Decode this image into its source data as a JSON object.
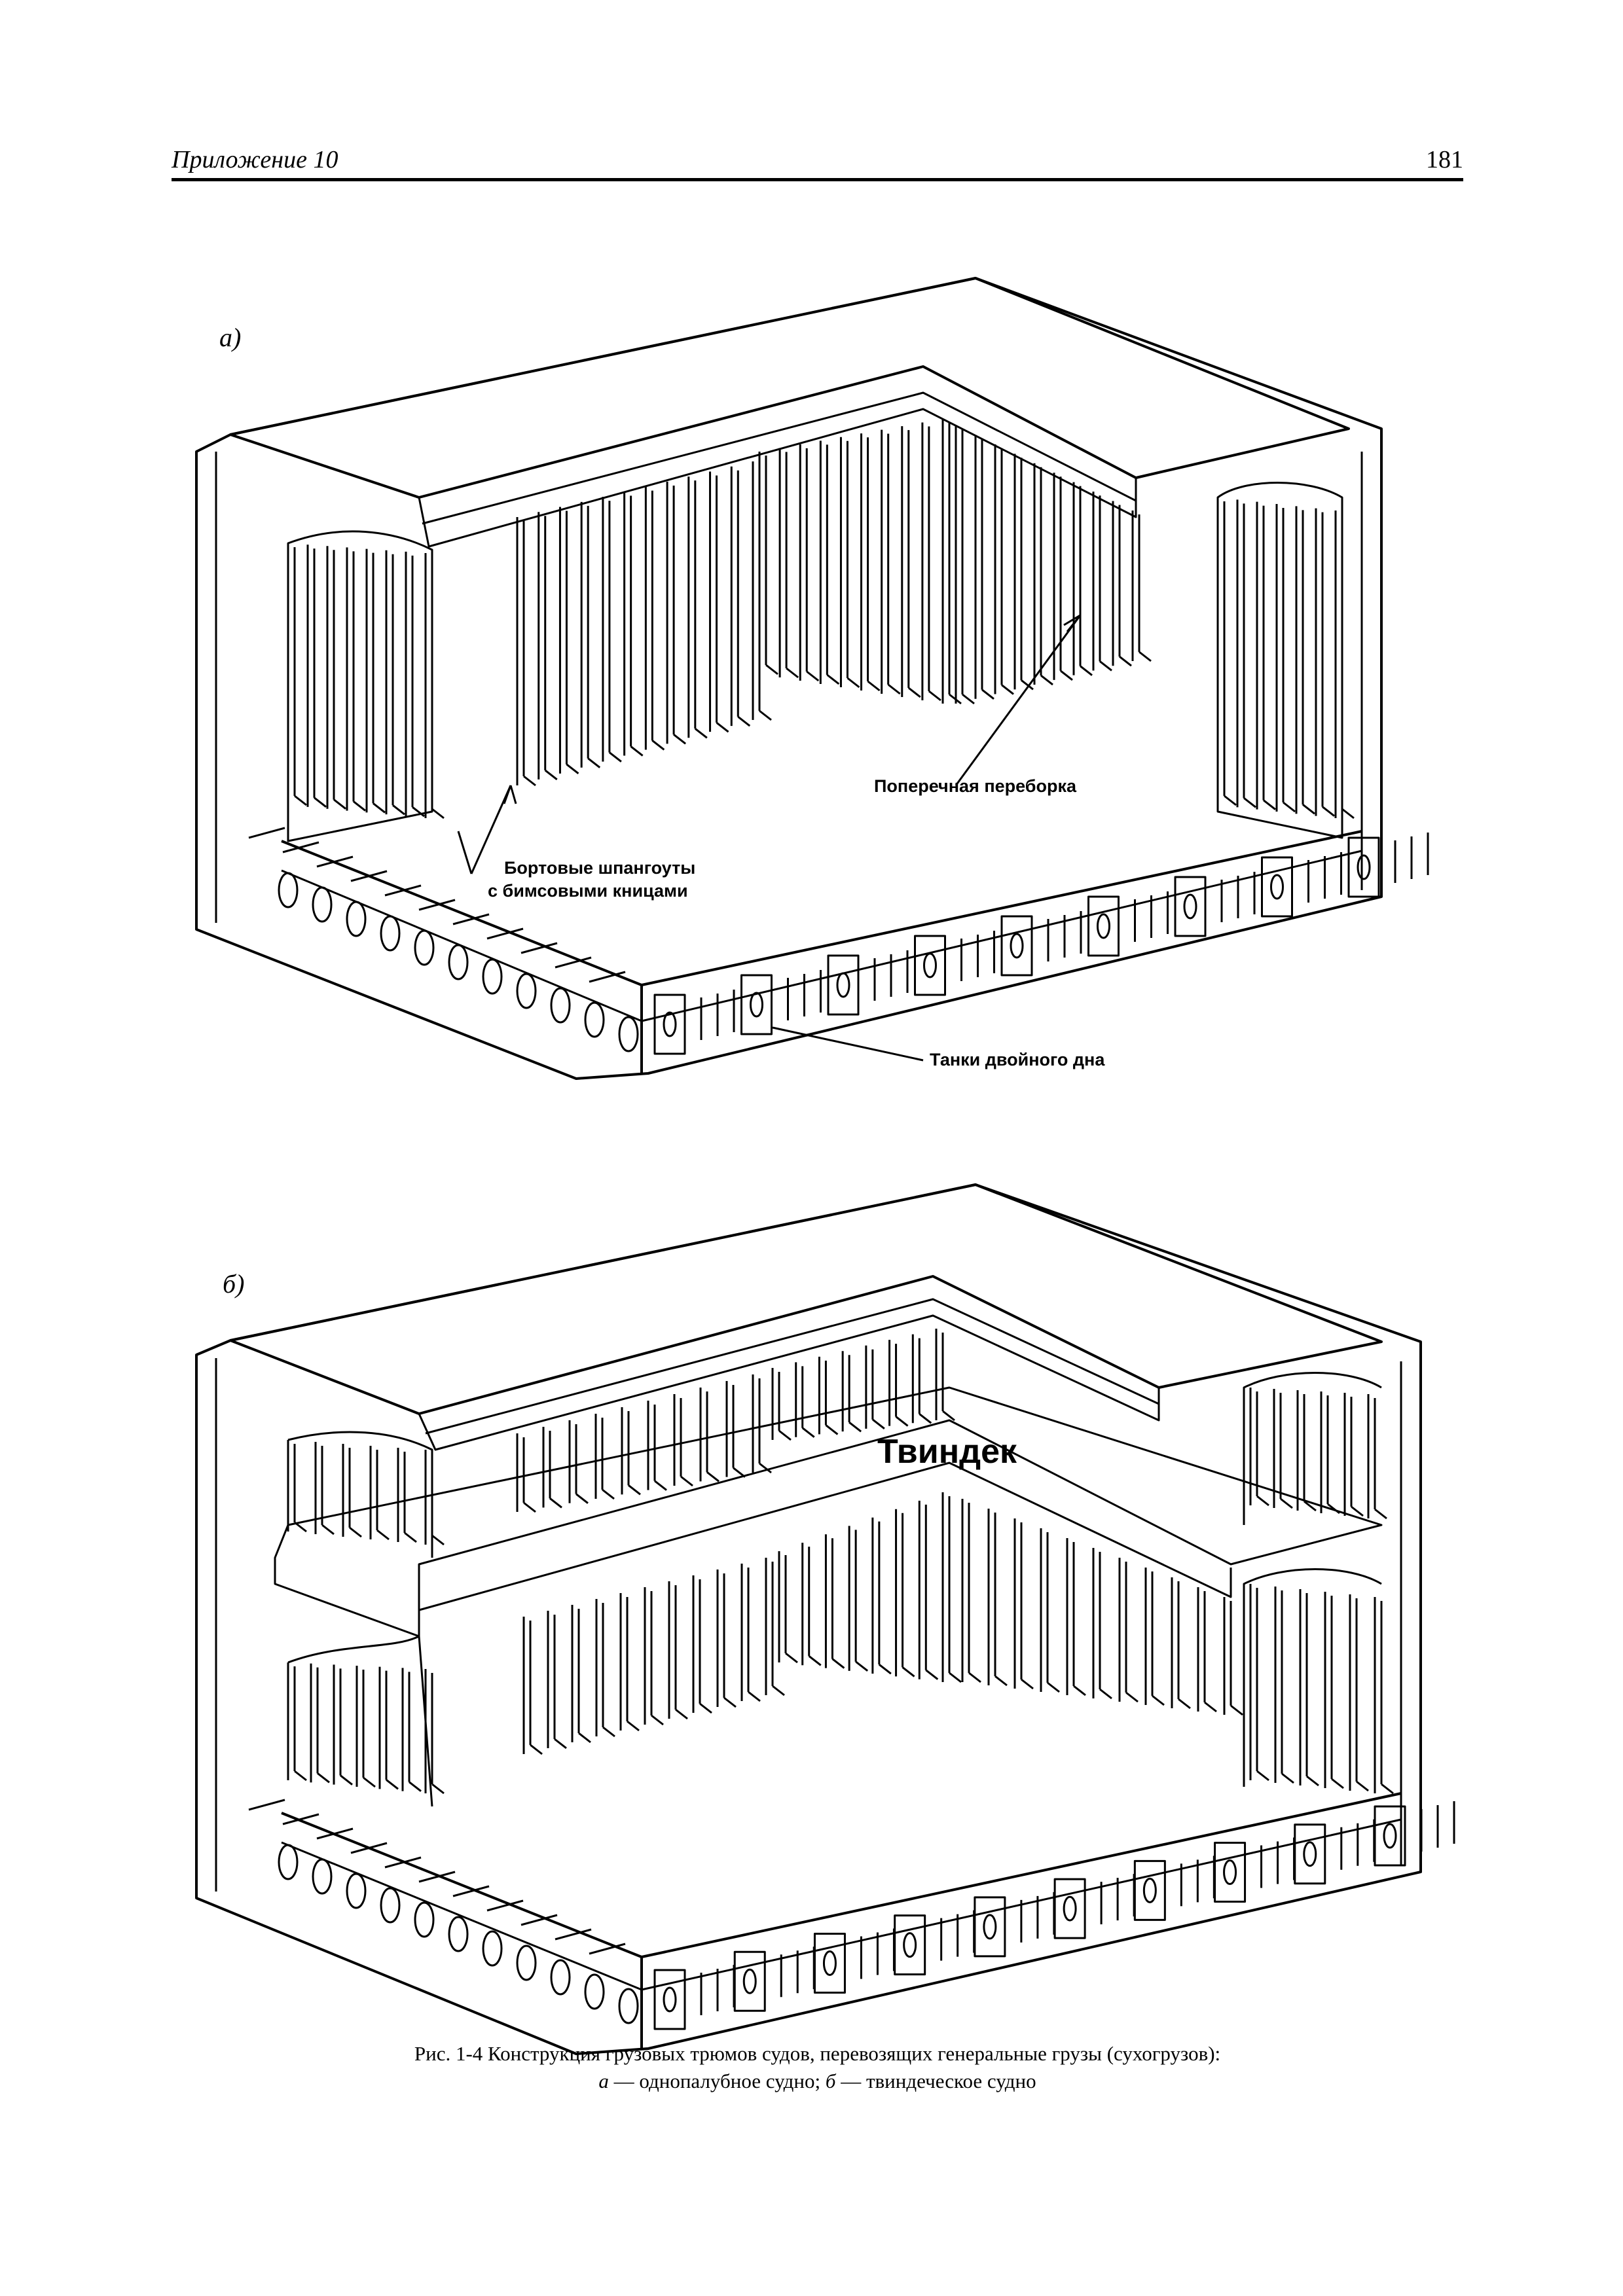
{
  "header": {
    "section": "Приложение 10",
    "page_number": "181"
  },
  "figure_a": {
    "panel_label": "а)",
    "callout_bulkhead": "Поперечная переборка",
    "callout_frames_line1": "Бортовые шпангоуты",
    "callout_frames_line2": "с бимсовыми кницами",
    "callout_tanks": "Танки двойного дна"
  },
  "figure_b": {
    "panel_label": "б)",
    "callout_tweendeck": "Твиндек"
  },
  "caption": {
    "line1": "Рис. 1-4 Конструкция грузовых трюмов судов, перевозящих генеральные грузы (сухогрузов):",
    "line2_a_letter": "а",
    "line2_a_text": " — однопалубное судно; ",
    "line2_b_letter": "б",
    "line2_b_text": " — твиндеческое судно"
  }
}
